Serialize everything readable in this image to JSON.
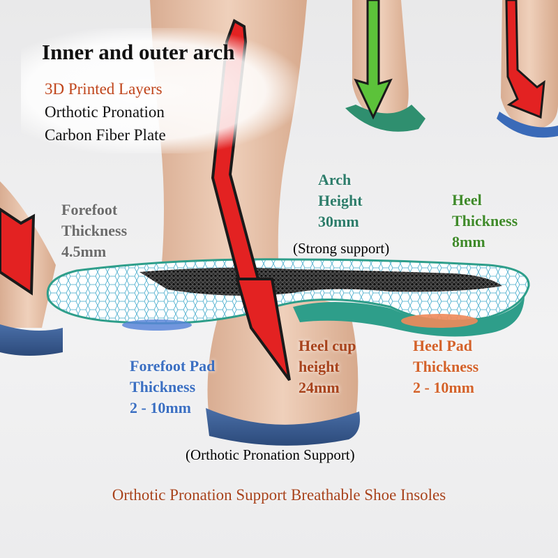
{
  "headline": "Inner and outer arch",
  "features": [
    {
      "text": "3D Printed Layers",
      "color": "#c0451b"
    },
    {
      "text": "Orthotic Pronation",
      "color": "#111111"
    },
    {
      "text": "Carbon Fiber Plate",
      "color": "#111111"
    }
  ],
  "callouts": {
    "forefoot_thickness": {
      "lines": [
        "Forefoot",
        "Thickness",
        "4.5mm"
      ],
      "color": "#6b6b6b"
    },
    "arch_height": {
      "lines": [
        "Arch",
        "Height",
        "30mm"
      ],
      "color": "#2e7d6b"
    },
    "arch_note": "(Strong support)",
    "heel_thickness": {
      "lines": [
        "Heel",
        "Thickness",
        "8mm"
      ],
      "color": "#3f8a2a"
    },
    "heel_cup": {
      "lines": [
        "Heel cup",
        "height",
        "24mm"
      ],
      "color": "#a8431c"
    },
    "heel_pad": {
      "lines": [
        "Heel Pad",
        "Thickness",
        "2 - 10mm"
      ],
      "color": "#d4622a"
    },
    "forefoot_pad": {
      "lines": [
        "Forefoot Pad",
        "Thickness",
        "2 - 10mm"
      ],
      "color": "#3b6fc2"
    },
    "pronation_note": "(Orthotic Pronation Support)"
  },
  "footer_title": {
    "text": "Orthotic Pronation Support Breathable Shoe Insoles",
    "color": "#a8431c"
  },
  "colors": {
    "arrow_red": "#e32222",
    "arrow_green": "#5cc23a",
    "insole_teal": "#2e9e8a",
    "carbon": "#2a2a2a",
    "heel_pad": "#f08a5a",
    "forefoot_pad": "#5b86d8",
    "skin": "#e8c3a8"
  }
}
